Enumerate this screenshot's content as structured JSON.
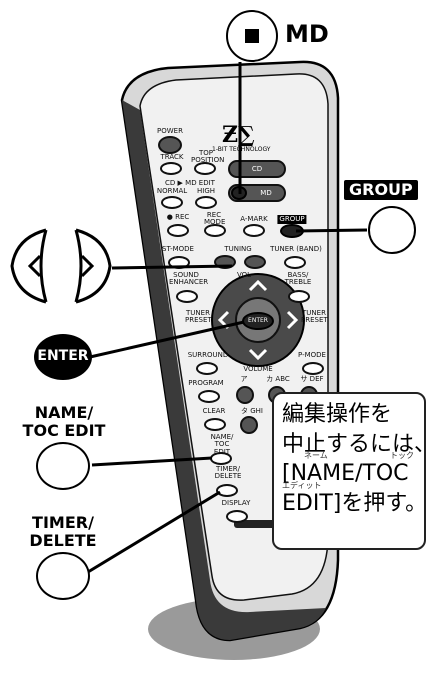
{
  "labels": {
    "md": "MD",
    "group": "GROUP",
    "enter": "ENTER",
    "name_toc_line1": "NAME/",
    "name_toc_line2": "TOC EDIT",
    "timer_line1": "TIMER/",
    "timer_line2": "DELETE"
  },
  "remote": {
    "brand_logo": "Ƶ∑",
    "brand_text": "1-BIT TECHNOLOGY",
    "buttons": {
      "power": "POWER",
      "track": "TRACK",
      "top_position": "TOP POSITION",
      "cd_md_edit": "CD ▶ MD EDIT",
      "normal": "NORMAL",
      "high": "HIGH",
      "rec": "● REC",
      "rec_mode": "REC MODE",
      "a_mark": "A-MARK",
      "group": "GROUP",
      "st_mode": "ST-MODE",
      "tuning": "TUNING",
      "tuner_band": "TUNER (BAND)",
      "sound_enhancer": "SOUND ENHANCER",
      "volume_top": "VOL",
      "bass_treble": "BASS/ TREBLE",
      "tuner_preset_left": "TUNER PRESET",
      "tuner_preset_right": "TUNER PRESET",
      "enter": "ENTER",
      "surround": "SURROUND",
      "p_mode": "P-MODE",
      "volume": "VOLUME",
      "program": "PROGRAM",
      "clear": "CLEAR",
      "name_toc_edit": "NAME/ TOC EDIT",
      "timer_delete": "TIMER/ DELETE",
      "display": "DISPLAY",
      "cd": "CD",
      "md": "MD",
      "key_a": "ア",
      "key_ka": "カ ABC",
      "key_sa": "サ DEF",
      "key_ta": "タ GHI"
    }
  },
  "note": {
    "line1": "編集操作を",
    "line2": "中止するには、",
    "line3": "[NAME/TOC",
    "line4": "EDIT]を押す。",
    "ruby_name": "ネーム",
    "ruby_toc": "トック",
    "ruby_edit": "エディット"
  }
}
